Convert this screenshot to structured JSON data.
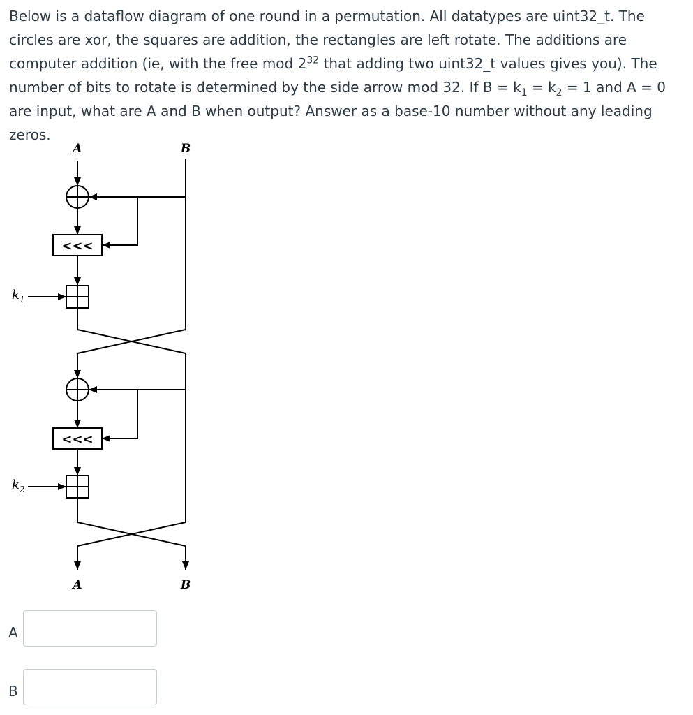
{
  "question": {
    "part1": "Below is a dataflow diagram of one round in a permutation. All datatypes are uint32_t. The circles are xor, the squares are addition, the rectangles are left rotate. The additions are computer addition (ie, with the free mod 2",
    "exp": "32",
    "part2": " that adding two uint32_t values gives you). The number of bits to rotate is determined by the side arrow mod 32. If B = k",
    "sub1": "1",
    "part3": " = k",
    "sub2": "2",
    "part4": " = 1 and A = 0 are input, what are A and B when output? Answer as a base-10 number without any leading zeros."
  },
  "diagram": {
    "top_a": "A",
    "top_b": "B",
    "bottom_a": "A",
    "bottom_b": "B",
    "rotate_label": "<<<",
    "k1_base": "k",
    "k1_sub": "1",
    "k2_base": "k",
    "k2_sub": "2"
  },
  "answers": {
    "a_label": "A",
    "a_value": "",
    "b_label": "B",
    "b_value": ""
  }
}
